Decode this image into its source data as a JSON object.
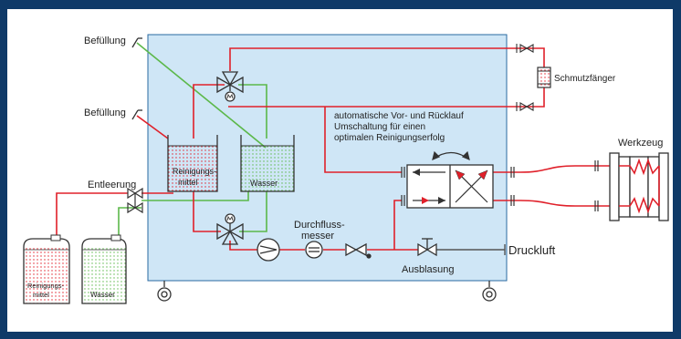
{
  "labels": {
    "befuellung_top": "Befüllung",
    "befuellung_mid": "Befüllung",
    "entleerung": "Entleerung",
    "schmutzfaenger": "Schmutzfänger",
    "info_line1": "automatische Vor- und Rücklauf",
    "info_line2": "Umschaltung für einen",
    "info_line3": "optimalen Reinigungserfolg",
    "werkzeug": "Werkzeug",
    "durchfluss_line1": "Durchfluss-",
    "durchfluss_line2": "messer",
    "druckluft": "Druckluft",
    "ausblasung": "Ausblasung",
    "tank_reinigung_line1": "Reinigungs-",
    "tank_reinigung_line2": "mittel",
    "tank_wasser": "Wasser",
    "canister_reinigung_line1": "Reinigungs-",
    "canister_reinigung_line2": "mittel",
    "canister_wasser": "Wasser"
  },
  "colors": {
    "frame": "#0f3a68",
    "cabinet": "#cfe6f6",
    "cabinet_border": "#2a6aa0",
    "red": "#e0202a",
    "green": "#5cb84a",
    "line": "#333333"
  }
}
